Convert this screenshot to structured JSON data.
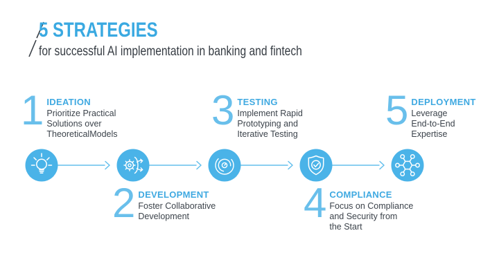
{
  "header": {
    "title": "5 STRATEGIES",
    "subtitle": "for successful AI implementation in banking and fintech"
  },
  "steps": [
    {
      "number": "1",
      "label": "IDEATION",
      "description": "Prioritize Practical\nSolutions over\nTheoreticalModels",
      "icon": "lightbulb-icon"
    },
    {
      "number": "2",
      "label": "DEVELOPMENT",
      "description": "Foster Collaborative\nDevelopment",
      "icon": "gear-fork-icon"
    },
    {
      "number": "3",
      "label": "TESTING",
      "description": "Implement Rapid\nPrototyping and\nIterative Testing",
      "icon": "iterative-cycle-icon"
    },
    {
      "number": "4",
      "label": "COMPLIANCE",
      "description": "Focus on Compliance\nand Security from\nthe Start",
      "icon": "shield-check-icon"
    },
    {
      "number": "5",
      "label": "DEPLOYMENT",
      "description": "Leverage\nEnd-to-End\nExpertise",
      "icon": "network-hub-icon"
    }
  ],
  "colors": {
    "accent_blue": "#3fa9e1",
    "icon_circle_blue": "#4ab3e8",
    "number_blue": "#69bfeb",
    "arrow_blue": "#63bfec",
    "text_dark": "#3a4047"
  }
}
